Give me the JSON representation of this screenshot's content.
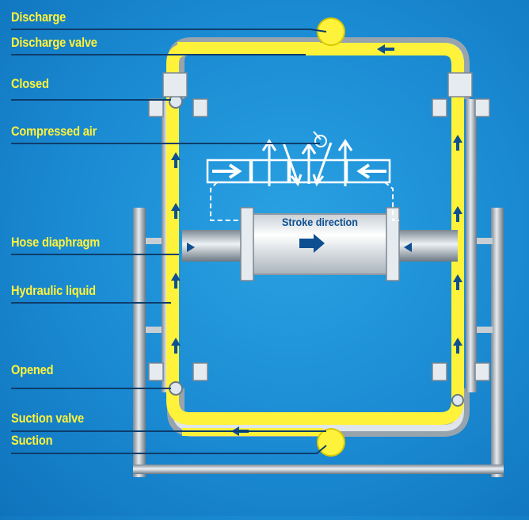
{
  "labels": {
    "discharge": "Discharge",
    "discharge_valve": "Discharge valve",
    "closed": "Closed",
    "compressed_air": "Compressed air",
    "hose_diaphragm": "Hose diaphragm",
    "hydraulic_liquid": "Hydraulic liquid",
    "opened": "Opened",
    "suction_valve": "Suction valve",
    "suction": "Suction"
  },
  "cylinder": {
    "stroke_direction": "Stroke direction"
  },
  "colors": {
    "background": "#1a8ad2",
    "flow": "#fff23a",
    "label_text": "#fff23a",
    "pipe": "#b9c3cc",
    "arrow": "#0d4f91",
    "leader_line": "#0d3d6b"
  }
}
